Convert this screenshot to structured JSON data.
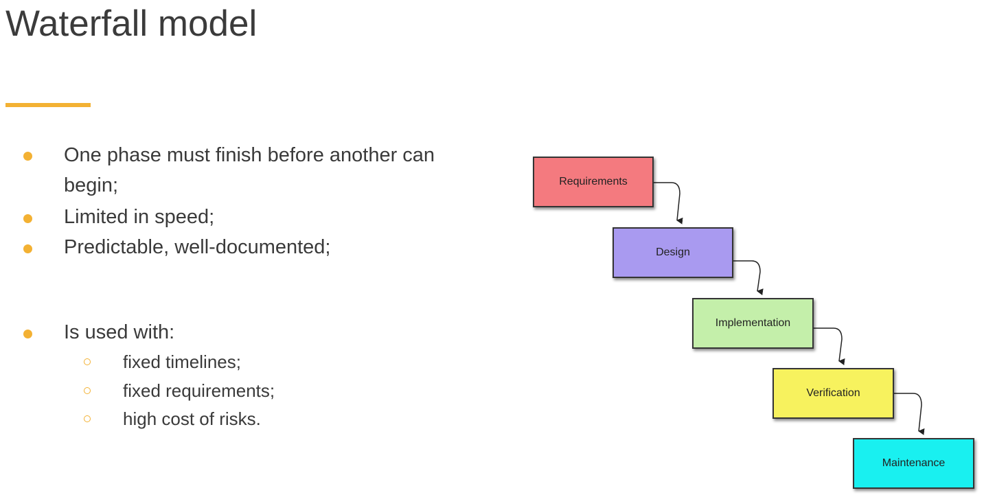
{
  "slide": {
    "title": "Waterfall model",
    "accent_color": "#f3b133"
  },
  "bullets": [
    {
      "lines": [
        "One phase must finish before another can",
        "begin;"
      ]
    },
    {
      "lines": [
        "Limited in speed;"
      ]
    },
    {
      "lines": [
        "Predictable, well-documented;"
      ]
    },
    {
      "lines": [
        "Is used with:"
      ]
    }
  ],
  "sub_bullets": [
    "fixed timelines;",
    "fixed requirements;",
    "high cost of risks."
  ],
  "diagram": {
    "stages": [
      {
        "label": "Requirements",
        "color": "#f47a7f"
      },
      {
        "label": "Design",
        "color": "#a99af0"
      },
      {
        "label": "Implementation",
        "color": "#c4efaa"
      },
      {
        "label": "Verification",
        "color": "#f7f25e"
      },
      {
        "label": "Maintenance",
        "color": "#19f0f0"
      }
    ]
  }
}
